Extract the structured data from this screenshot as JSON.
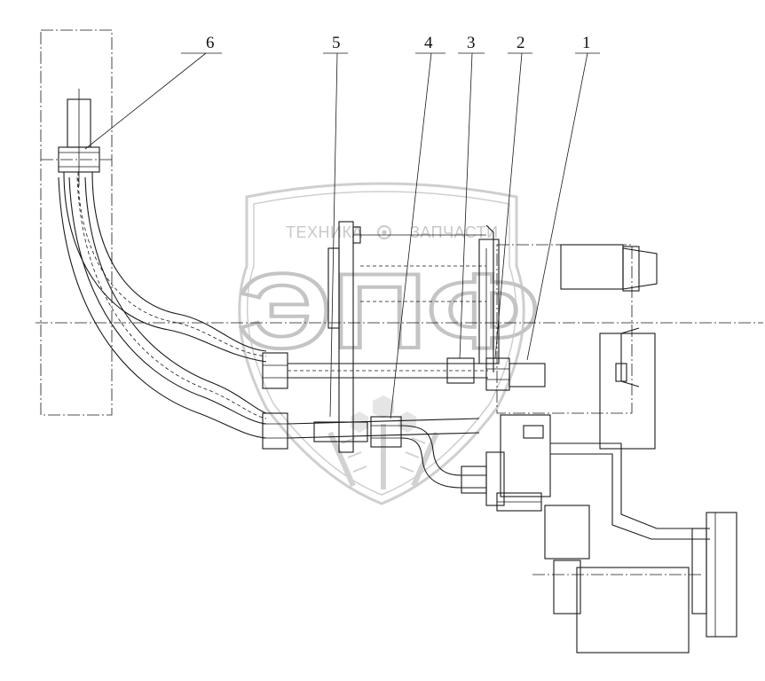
{
  "callouts": [
    {
      "label": "1"
    },
    {
      "label": "2"
    },
    {
      "label": "3"
    },
    {
      "label": "4"
    },
    {
      "label": "5"
    },
    {
      "label": "6"
    }
  ],
  "watermark": {
    "left_word": "ТЕХНИКА",
    "right_word": "ЗАПЧАСТИ",
    "logo_letters": "ЭПФ"
  },
  "colors": {
    "line": "#1a1a1a",
    "watermark": "#c8c8c8",
    "background": "#ffffff"
  }
}
